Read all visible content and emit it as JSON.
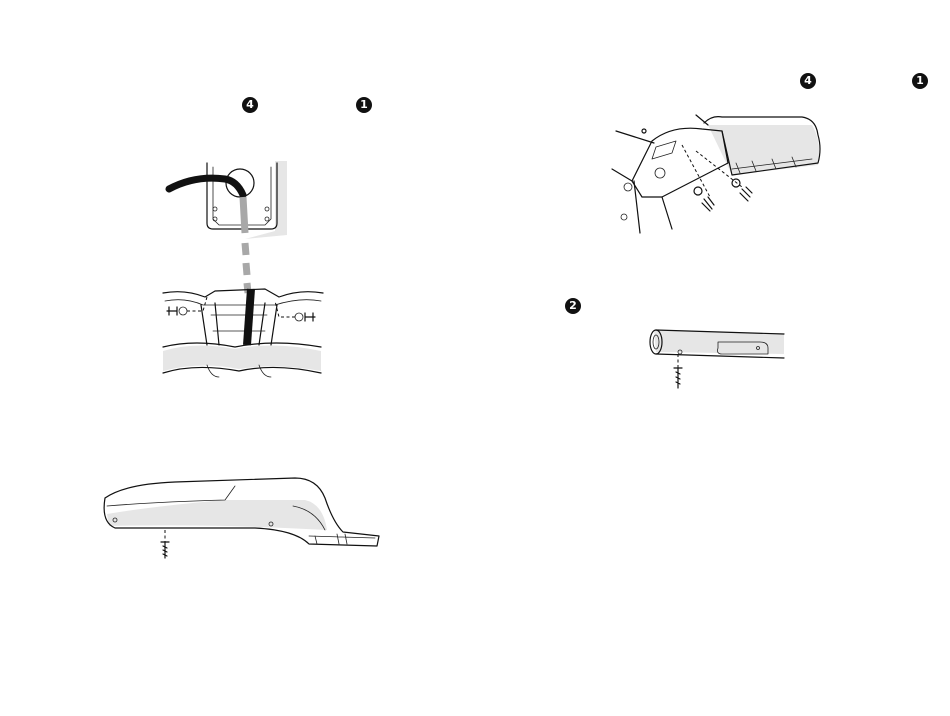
{
  "badges": {
    "left_step_a": "4",
    "left_step_b": "1",
    "right_step_a": "4",
    "right_step_b": "1",
    "right_step_c": "2"
  },
  "colors": {
    "ink": "#111111",
    "shade": "#e6e6e6",
    "cable_dash": "#a8a8a8"
  },
  "illustrations": [
    "cable-routing-illustration",
    "handlebar-cover-illustration",
    "tube-bracket-illustration",
    "tube-screw-illustration"
  ]
}
